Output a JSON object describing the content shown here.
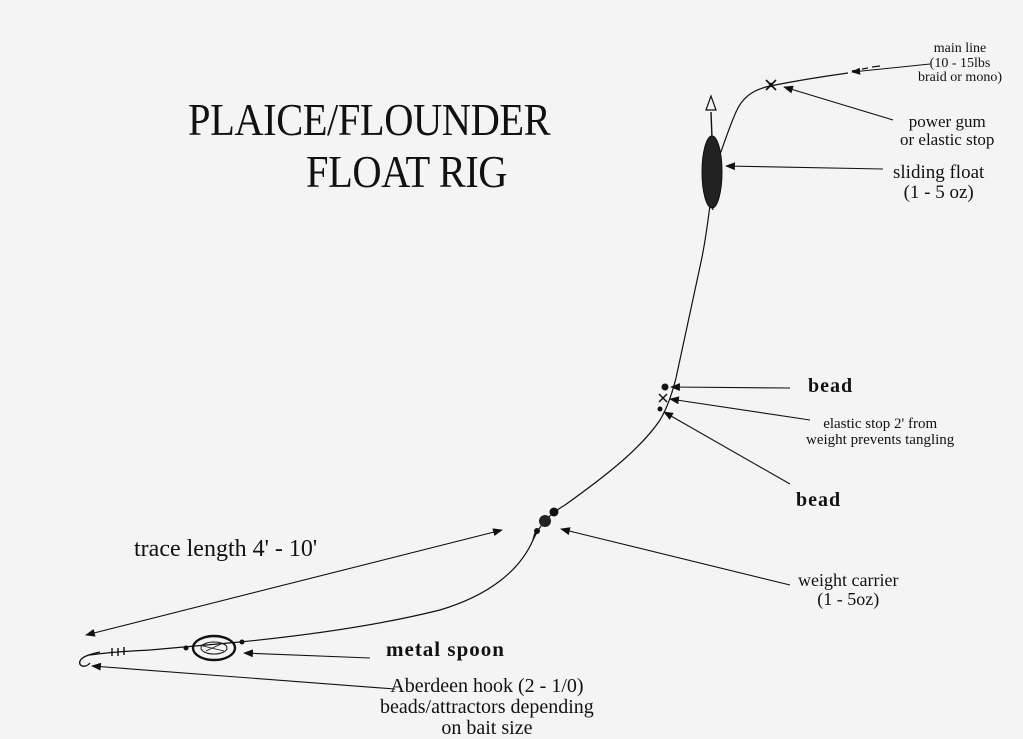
{
  "title": {
    "line1": "PLAICE/FLOUNDER",
    "line2": "FLOAT RIG"
  },
  "labels": {
    "main_line": {
      "l1": "main line",
      "l2": "(10 - 15lbs",
      "l3": "braid or mono)"
    },
    "power_gum": {
      "l1": "power gum",
      "l2": "or elastic stop"
    },
    "sliding_float": {
      "l1": "sliding float",
      "l2": "(1 - 5 oz)"
    },
    "bead_top": "bead",
    "elastic_stop": {
      "l1": "elastic stop 2' from",
      "l2": "weight prevents tangling"
    },
    "bead_lower": "bead",
    "weight_carrier": {
      "l1": "weight carrier",
      "l2": "(1 - 5oz)"
    },
    "trace_length": "trace length 4' - 10'",
    "metal_spoon": "metal spoon",
    "hook": {
      "l1": "Aberdeen hook (2 - 1/0)",
      "l2": "beads/attractors depending",
      "l3": "on bait size"
    }
  },
  "colors": {
    "ink": "#111111",
    "paper": "#f4f4f4"
  }
}
